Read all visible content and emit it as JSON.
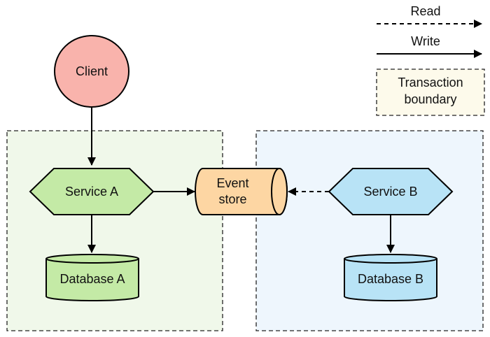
{
  "legend": {
    "read_label": "Read",
    "write_label": "Write",
    "transaction_label_line1": "Transaction",
    "transaction_label_line2": "boundary"
  },
  "nodes": {
    "client": "Client",
    "service_a": "Service A",
    "event_store_line1": "Event",
    "event_store_line2": "store",
    "service_b": "Service B",
    "database_a": "Database A",
    "database_b": "Database B"
  },
  "colors": {
    "client_fill": "#f9b3ac",
    "service_a_fill": "#c4eaa6",
    "database_a_fill": "#c4eaa6",
    "event_store_fill": "#fdd6a3",
    "service_b_fill": "#b8e3f6",
    "database_b_fill": "#b8e3f6",
    "boundary_a_fill": "#f0f8ea",
    "boundary_b_fill": "#eef6fd",
    "legend_boundary_fill": "#fdfaeb"
  }
}
